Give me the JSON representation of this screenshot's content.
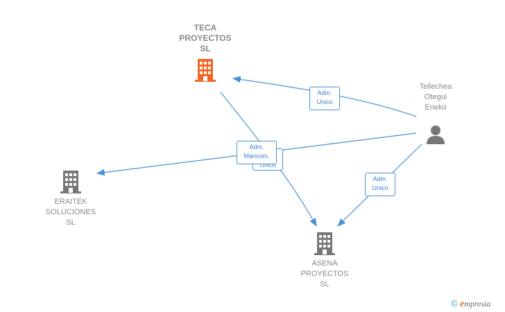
{
  "nodes": {
    "teca": {
      "label": "TECA\nPROYECTOS\nSL",
      "color": "#f26522",
      "icon": "building-icon"
    },
    "tellechea": {
      "label": "Tellechea\nOtegui\nEneko",
      "color": "#777777",
      "icon": "person-icon"
    },
    "eraitek": {
      "label": "ERAITEK\nSOLUCIONES\nSL",
      "color": "#777777",
      "icon": "building-icon"
    },
    "asena": {
      "label": "ASENA\nPROYECTOS\nSL",
      "color": "#777777",
      "icon": "building-icon"
    }
  },
  "edges": {
    "e1": {
      "label": "Adm.\nUnico"
    },
    "e2": {
      "label": "Adm.\nMancom."
    },
    "e3": {
      "label": "Unico"
    },
    "e4": {
      "label": "Adm.\nUnico"
    }
  },
  "colors": {
    "edge": "#4a90d9"
  },
  "footer": {
    "copyright": "©",
    "brand_initial": "e",
    "brand_rest": "mpresia"
  }
}
